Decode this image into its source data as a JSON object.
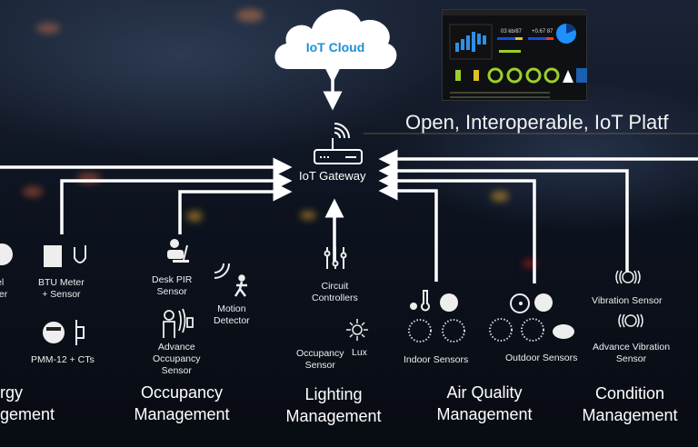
{
  "cloud": {
    "label": "IoT Cloud"
  },
  "gateway": {
    "label": "IoT Gateway"
  },
  "title": "Open, Interoperable, IoT Platf",
  "categories": [
    {
      "line1": "rgy",
      "line2": "gement"
    },
    {
      "line1": "Occupancy",
      "line2": "Management"
    },
    {
      "line1": "Lighting",
      "line2": "Management"
    },
    {
      "line1": "Air Quality",
      "line2": "Management"
    },
    {
      "line1": "Condition",
      "line2": "Management"
    }
  ],
  "devices": {
    "fuel_meter": {
      "line1": "el",
      "line2": "ter"
    },
    "btu": {
      "line1": "BTU Meter",
      "line2": "+ Sensor"
    },
    "pmm": "PMM-12 + CTs",
    "desk_pir": {
      "line1": "Desk PIR",
      "line2": "Sensor"
    },
    "motion": {
      "line1": "Motion",
      "line2": "Detector"
    },
    "adv_occ": {
      "line1": "Advance",
      "line2": "Occupancy",
      "line3": "Sensor"
    },
    "circuit": {
      "line1": "Circuit",
      "line2": "Controllers"
    },
    "occ_sensor": {
      "line1": "Occupancy",
      "line2": "Sensor"
    },
    "lux": "Lux",
    "indoor": "Indoor Sensors",
    "outdoor": "Outdoor Sensors",
    "vibration": "Vibration Sensor",
    "adv_vibration": {
      "line1": "Advance Vibration",
      "line2": "Sensor"
    }
  },
  "colors": {
    "cloud_text": "#1c8fd6",
    "arrows": "#ffffff",
    "background": "#0b0f18"
  }
}
